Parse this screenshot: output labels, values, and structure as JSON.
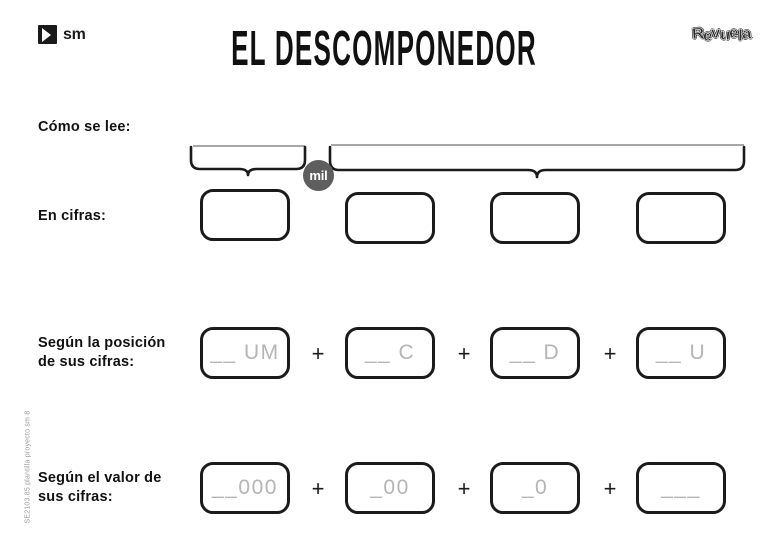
{
  "header": {
    "publisher_logo_text": "sm",
    "title": "EL DESCOMPONEDOR",
    "brand_logo_text": "Revuela",
    "brand_logo_letters": [
      "R",
      "e",
      "v",
      "u",
      "e",
      "l",
      "a"
    ]
  },
  "labels": {
    "como_se_lee": "Cómo se lee:",
    "en_cifras": "En cifras:",
    "segun_posicion": "Según la posición\nde sus cifras:",
    "segun_valor": "Según el valor de\nsus cifras:"
  },
  "badge": {
    "mil": "mil"
  },
  "rows": {
    "en_cifras": {
      "boxes": [
        "",
        "",
        "",
        ""
      ]
    },
    "segun_posicion": {
      "boxes": [
        "__ UM",
        "__ C",
        "__ D",
        "__ U"
      ],
      "operators": [
        "+",
        "+",
        "+"
      ]
    },
    "segun_valor": {
      "boxes": [
        "__000",
        "_00",
        "_0",
        "___"
      ],
      "operators": [
        "+",
        "+",
        "+"
      ]
    }
  },
  "footer": {
    "side_code": "SE2103.85   plantilla proyecto sm 8"
  },
  "colors": {
    "ink": "#1b1b1b",
    "placeholder": "#b5b5b5",
    "badge_bg": "#5e5e5e",
    "paper": "#ffffff"
  }
}
